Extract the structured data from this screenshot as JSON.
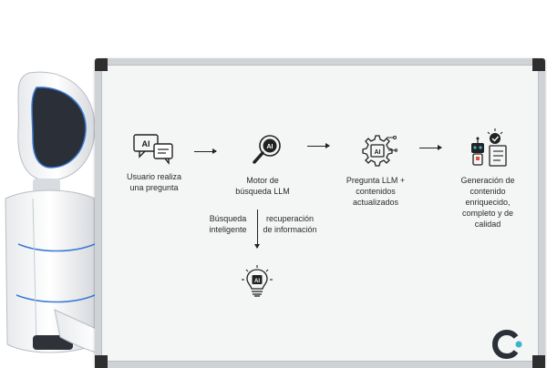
{
  "steps": {
    "step1": "Usuario realiza\nuna pregunta",
    "step2": "Motor de\nbúsqueda LLM",
    "step3": "Pregunta LLM +\ncontenidos\nactualizados",
    "step4": "Generación de\ncontenido\nenriquecido,\ncompleto y de\ncalidad"
  },
  "branch": {
    "left": "Búsqueda\ninteligente",
    "right": "recuperación\nde información"
  },
  "icons": {
    "chat": "chat-ai-icon",
    "search": "ai-search-icon",
    "gear": "ai-gear-icon",
    "tools": "robot-document-icon",
    "bulb": "ai-lightbulb-icon",
    "logo": "brand-logo-icon"
  },
  "icon_text": {
    "chat_ai": "AI",
    "search_ai": "AI",
    "gear_ai": "AI",
    "bulb_ai": "AI"
  },
  "colors": {
    "accent": "#36b6c9",
    "ink": "#222222",
    "board": "#f4f5f5"
  }
}
